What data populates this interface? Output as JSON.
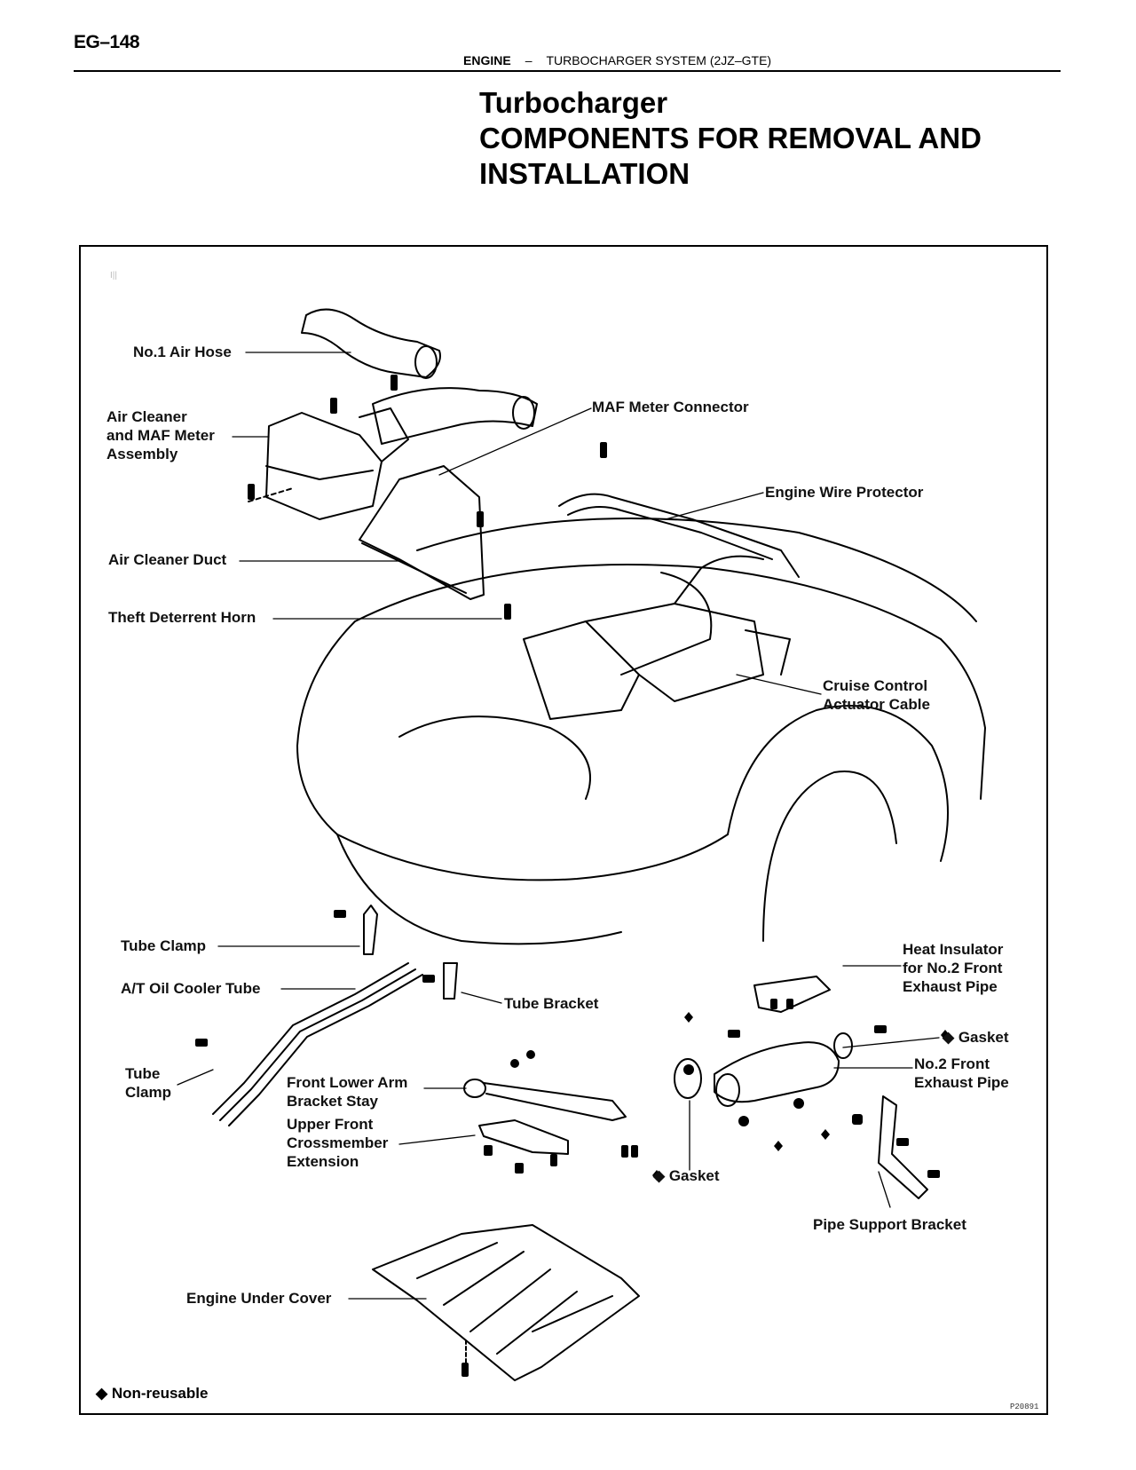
{
  "header": {
    "page_number": "EG–148",
    "section": "ENGINE",
    "separator": "–",
    "subsection": "TURBOCHARGER SYSTEM (2JZ–GTE)"
  },
  "title": {
    "line1": "Turbocharger",
    "line2": "COMPONENTS FOR REMOVAL AND",
    "line3": "INSTALLATION"
  },
  "figure": {
    "labels": {
      "no1_air_hose": "No.1 Air Hose",
      "air_cleaner_l1": "Air Cleaner",
      "air_cleaner_l2": "and MAF Meter",
      "air_cleaner_l3": "Assembly",
      "maf_meter_connector": "MAF Meter Connector",
      "engine_wire_protector": "Engine Wire Protector",
      "air_cleaner_duct": "Air Cleaner Duct",
      "theft_deterrent_horn": "Theft Deterrent Horn",
      "cruise_l1": "Cruise Control",
      "cruise_l2": "Actuator Cable",
      "tube_clamp_upper": "Tube Clamp",
      "at_oil_cooler_tube": "A/T Oil Cooler Tube",
      "tube_bracket": "Tube Bracket",
      "heat_ins_l1": "Heat Insulator",
      "heat_ins_l2": "for No.2 Front",
      "heat_ins_l3": "Exhaust Pipe",
      "gasket_right": "Gasket",
      "tube_clamp_lower_l1": "Tube",
      "tube_clamp_lower_l2": "Clamp",
      "front_lower_arm_l1": "Front Lower Arm",
      "front_lower_arm_l2": "Bracket Stay",
      "upper_front_l1": "Upper Front",
      "upper_front_l2": "Crossmember",
      "upper_front_l3": "Extension",
      "no2_front_l1": "No.2 Front",
      "no2_front_l2": "Exhaust Pipe",
      "gasket_lower": "Gasket",
      "pipe_support_bracket": "Pipe Support Bracket",
      "engine_under_cover": "Engine Under Cover"
    },
    "non_reusable_symbol": "◆",
    "legend_text": "Non-reusable",
    "figure_id": "P20891"
  }
}
